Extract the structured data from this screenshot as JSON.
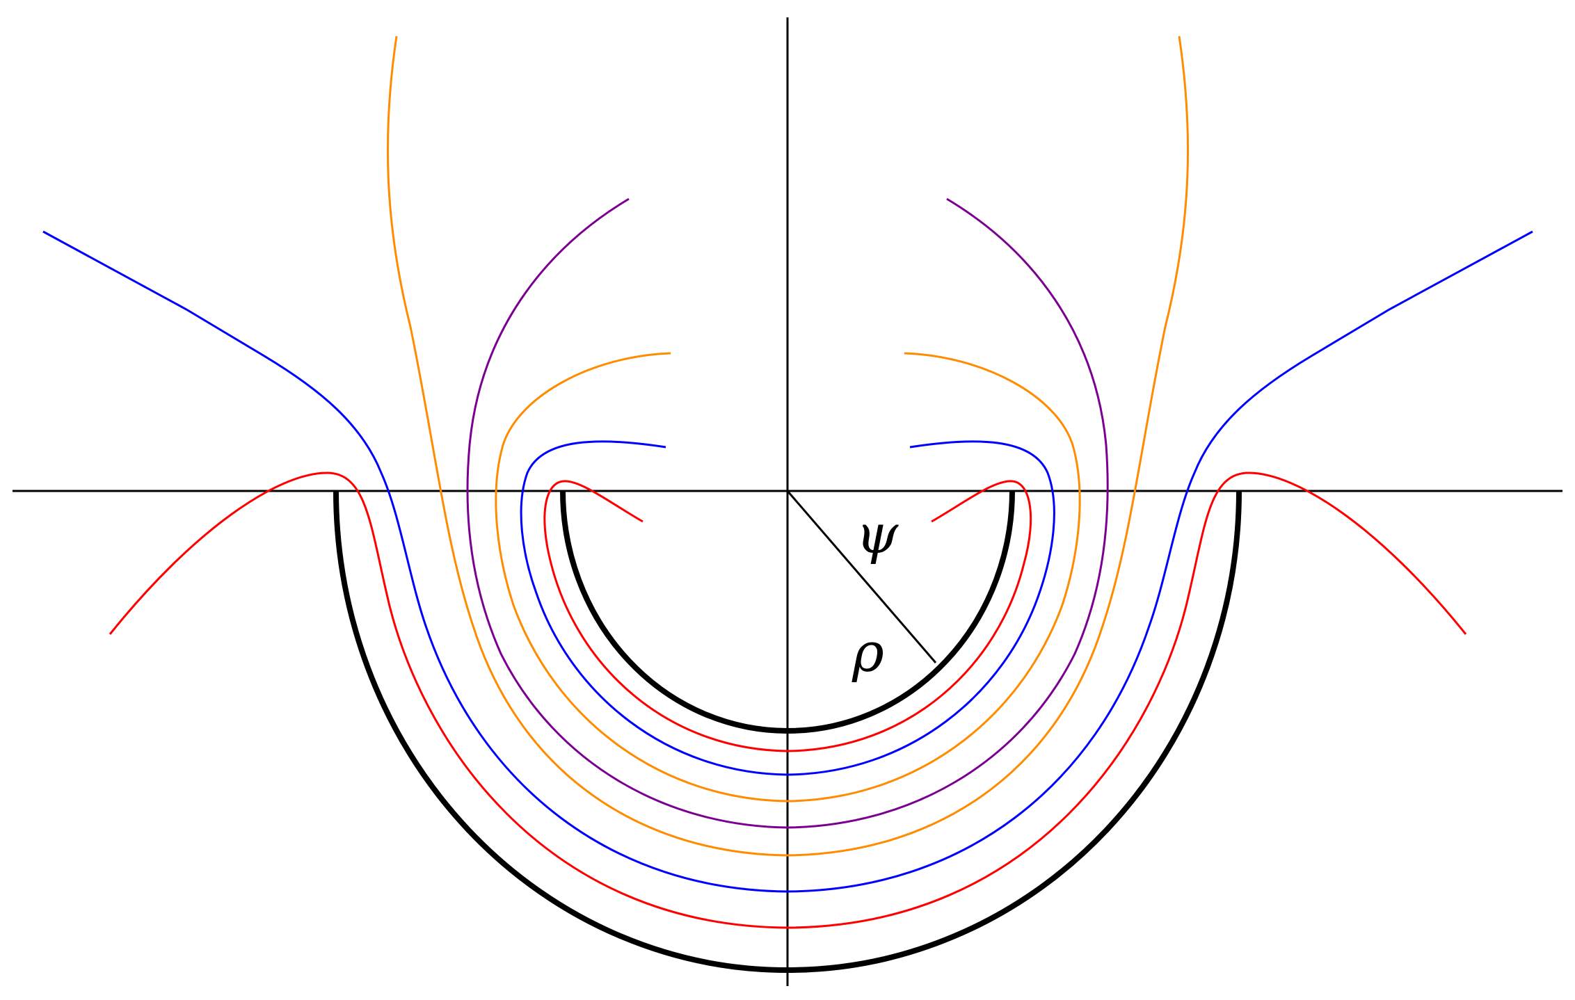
{
  "labels": {
    "angle": "ψ",
    "radius": "ρ"
  },
  "colors": {
    "axes": "#000000",
    "boundary": "#000000",
    "red": "#ff0000",
    "blue": "#0000ff",
    "orange": "#ff8c00",
    "purple": "#7b0091"
  },
  "curves": {
    "inner_semicircle": "black",
    "outer_semicircle": "black",
    "field_lines": [
      "red",
      "blue",
      "orange",
      "purple",
      "orange",
      "blue",
      "red"
    ]
  }
}
